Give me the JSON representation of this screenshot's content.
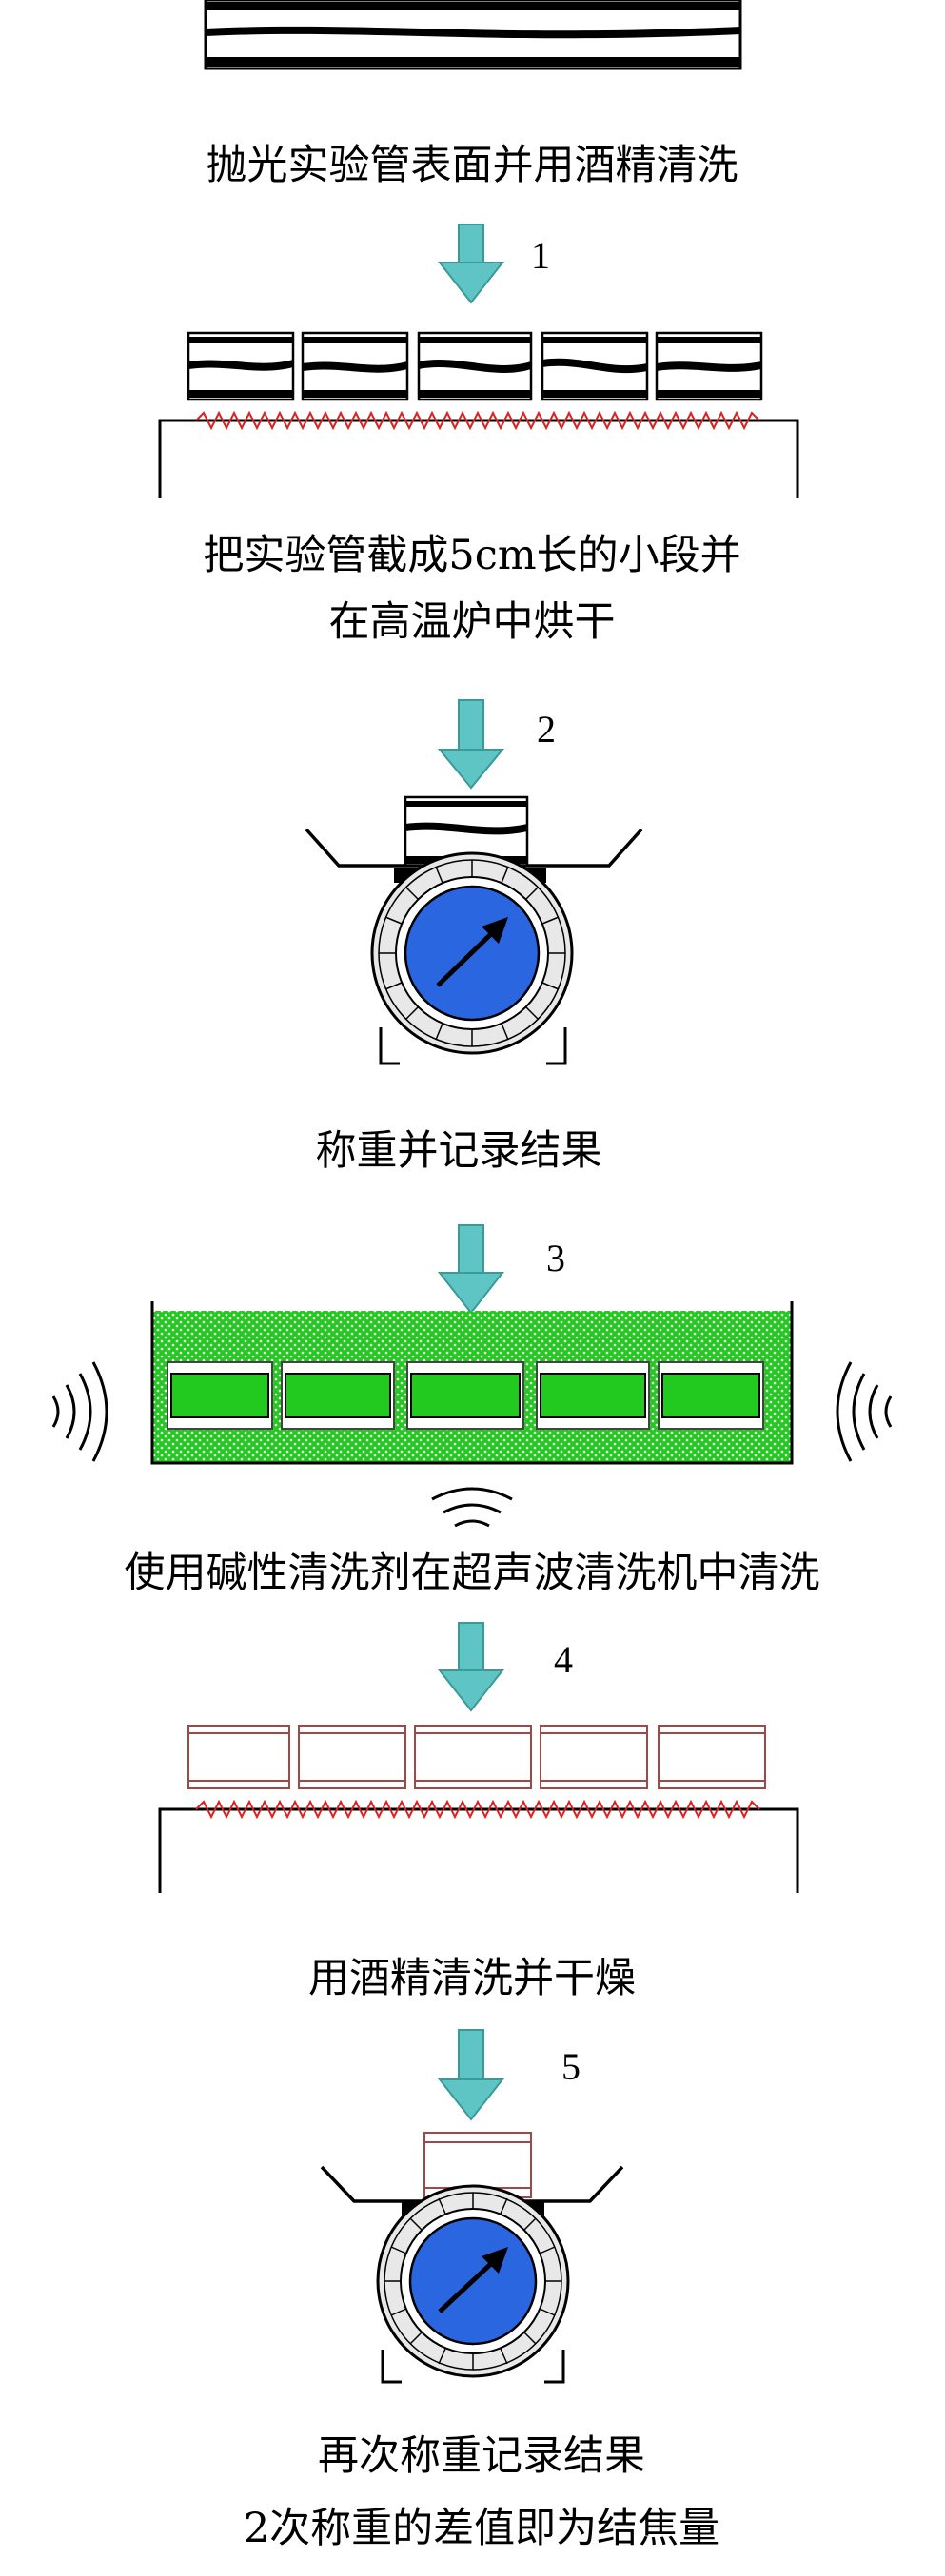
{
  "steps": [
    {
      "caption_lines": [
        "抛光实验管表面并用酒精清洗"
      ]
    },
    {
      "number": "1",
      "caption_lines": [
        "把实验管截成5cm长的小段并",
        "在高温炉中烘干"
      ]
    },
    {
      "number": "2",
      "caption_lines": [
        "称重并记录结果"
      ]
    },
    {
      "number": "3",
      "caption_lines": [
        "使用碱性清洗剂在超声波清洗机中清洗"
      ]
    },
    {
      "number": "4",
      "caption_lines": [
        "用酒精清洗并干燥"
      ]
    },
    {
      "number": "5",
      "caption_lines": [
        "再次称重记录结果",
        "2次称重的差值即为结焦量"
      ]
    }
  ],
  "colors": {
    "arrow": "#5ec4c4",
    "gauge_face": "#2a66e0",
    "liquid": "#22c91f",
    "heater_wire": "#e02020",
    "pipe_wall": "#000000",
    "clean_pipe": "#a04848"
  },
  "icons": [
    "pipe-icon",
    "pipe-segment-icon",
    "heater-icon",
    "scale-icon",
    "gauge-needle-icon",
    "ultrasonic-tank-icon",
    "sound-wave-icon"
  ]
}
